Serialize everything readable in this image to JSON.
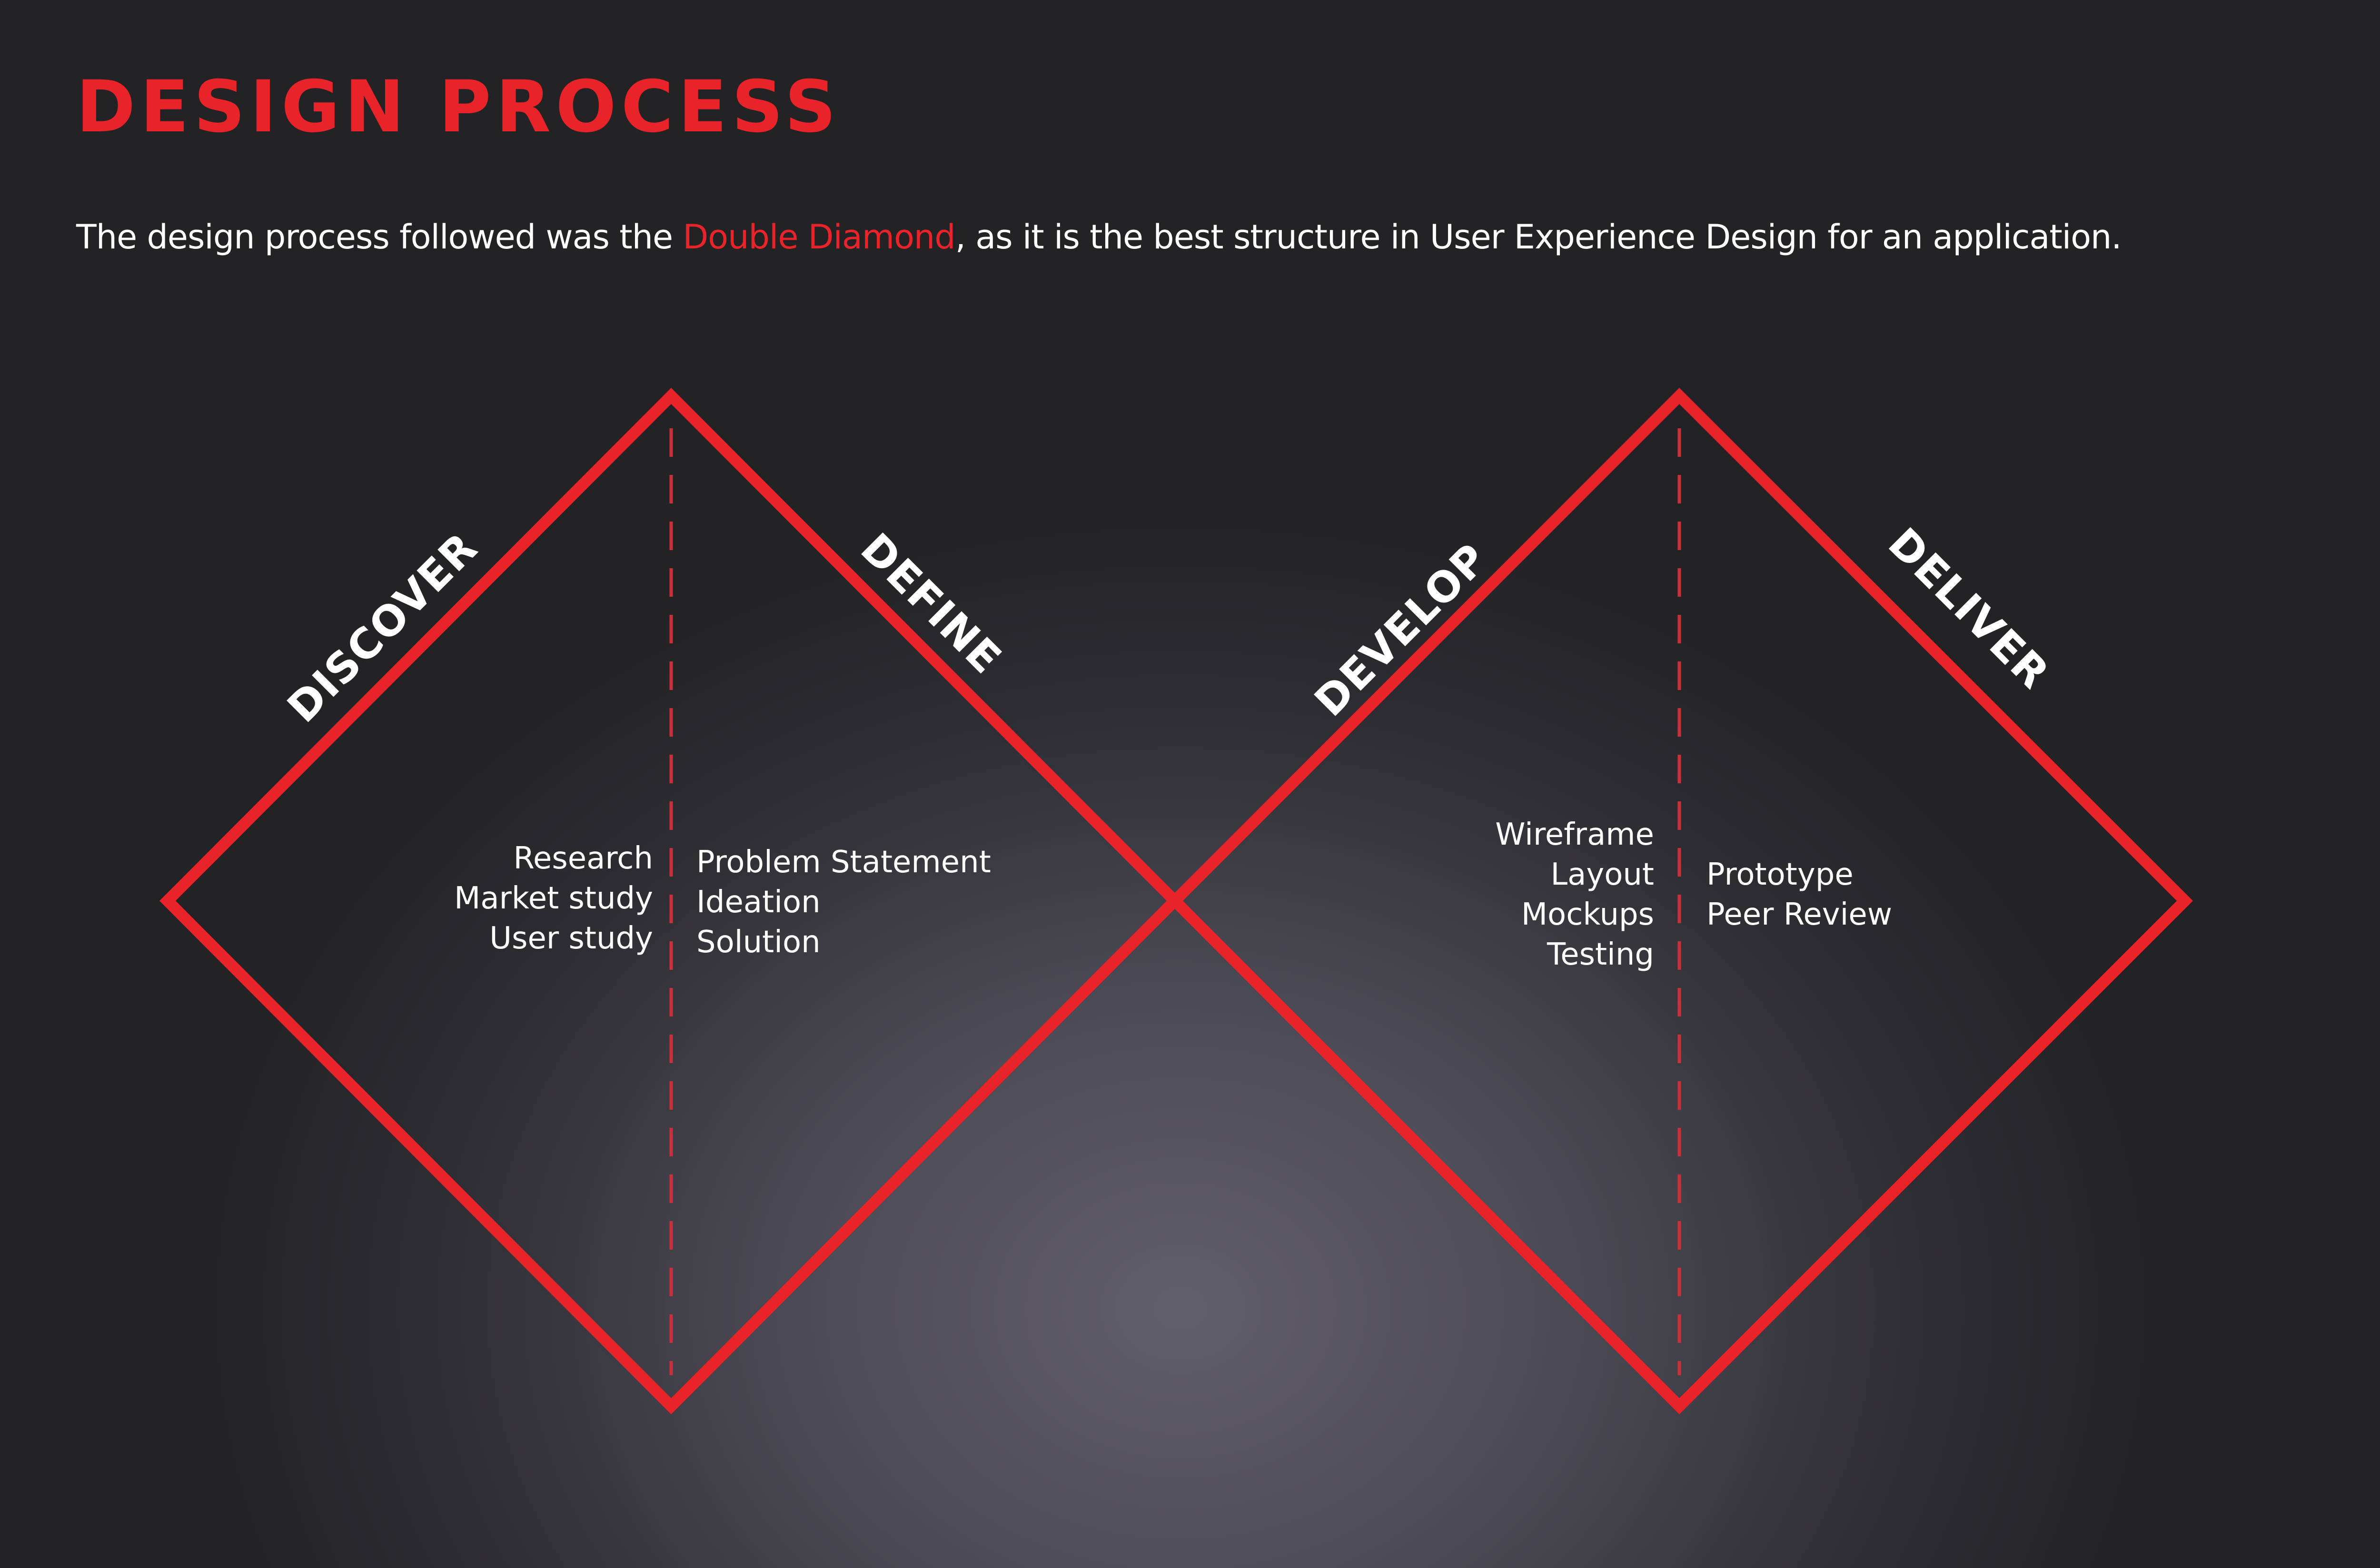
{
  "title": "DESIGN PROCESS",
  "intro": {
    "before": "The design process followed was the ",
    "highlight": "Double Diamond",
    "after": ", as it is the best structure in User Experience Design for an application."
  },
  "colors": {
    "accent": "#e8232a",
    "text": "#ffffff",
    "dashed_line": "#c9303a"
  },
  "diamonds": [
    {
      "left_label": "DISCOVER",
      "right_label": "DEFINE",
      "left_items": [
        "Research",
        "Market study",
        "User study"
      ],
      "right_items": [
        "Problem Statement",
        "Ideation",
        "Solution"
      ]
    },
    {
      "left_label": "DEVELOP",
      "right_label": "DELIVER",
      "left_items": [
        "Wireframe",
        "Layout",
        "Mockups",
        "Testing"
      ],
      "right_items": [
        "Prototype",
        "Peer Review"
      ]
    }
  ]
}
